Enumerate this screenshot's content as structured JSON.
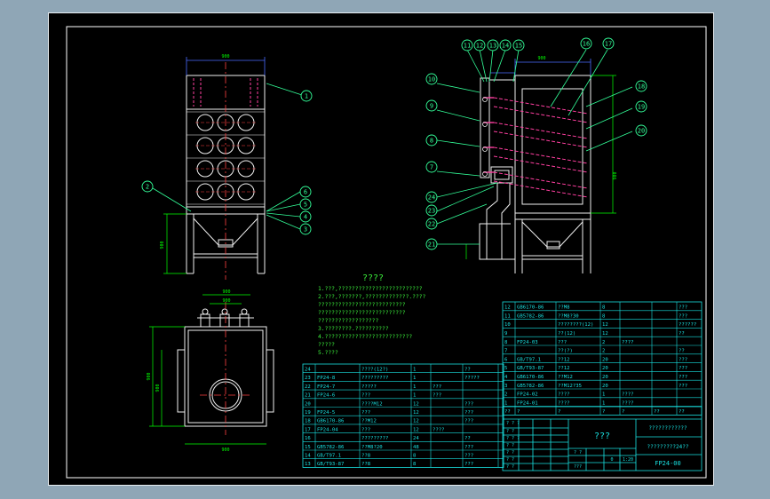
{
  "colors": {
    "background": "#8fa6b6",
    "sheet": "#000000",
    "border": "#ffffff",
    "table": "#19e0e0",
    "notes": "#3cf03c",
    "dims": "#00ff00",
    "outline": "#f0f0f0",
    "hidden": "#ff3fa0",
    "center": "#ff4040",
    "balloon": "#33ff99",
    "dim_blue": "#4a6cff"
  },
  "drawing": {
    "front_view": {
      "dims": {
        "top_width": "900",
        "height": "900",
        "bottom_width": "900"
      },
      "balloons": [
        "1",
        "2",
        "6",
        "5",
        "4",
        "3"
      ]
    },
    "side_view": {
      "dims": {
        "top_width": "900",
        "height": "900"
      },
      "balloons": [
        "11",
        "12",
        "13",
        "14",
        "15",
        "16",
        "17",
        "10",
        "9",
        "8",
        "7",
        "24",
        "23",
        "22",
        "21",
        "18",
        "19",
        "20"
      ]
    },
    "top_view": {
      "dims": {
        "width1": "900",
        "width2": "900",
        "height1": "900",
        "height2": "900",
        "bottom": "900"
      }
    }
  },
  "notes": {
    "title": "????",
    "lines": [
      "1.???,?????????????????????????",
      "2.???,???????,?????????????.????",
      "  ??????????????????????????",
      "  ??????????????????????????",
      "  ??????????????????",
      "3.????????.??????????",
      "4.??????????????????????????",
      "  ?????",
      "5.????"
    ]
  },
  "bom_left": {
    "rows": [
      [
        "24",
        "",
        "????(12?)",
        "1",
        "",
        "??",
        ""
      ],
      [
        "23",
        "FP24-8",
        "?????????",
        "1",
        "",
        "?????",
        ""
      ],
      [
        "22",
        "FP24-7",
        "?????",
        "1",
        "???",
        "",
        ""
      ],
      [
        "21",
        "FP24-6",
        "???",
        "1",
        "???",
        "",
        ""
      ],
      [
        "20",
        "",
        "????M12",
        "12",
        "",
        "???",
        ""
      ],
      [
        "19",
        "FP24-5",
        "???",
        "12",
        "",
        "???",
        ""
      ],
      [
        "18",
        "GB6170-86",
        "??M12",
        "12",
        "",
        "???",
        ""
      ],
      [
        "17",
        "FP24-04",
        "???",
        "12",
        "????",
        "",
        ""
      ],
      [
        "16",
        "",
        "?????????",
        "24",
        "",
        "??",
        ""
      ],
      [
        "15",
        "GB5782-86",
        "??M8?20",
        "48",
        "",
        "???",
        ""
      ],
      [
        "14",
        "GB/T97.1",
        "??8",
        "8",
        "",
        "???",
        ""
      ],
      [
        "13",
        "GB/T93-87",
        "??8",
        "8",
        "",
        "???",
        ""
      ]
    ]
  },
  "bom_right": {
    "rows": [
      [
        "12",
        "GB6170-86",
        "??M8",
        "8",
        "",
        "",
        "???"
      ],
      [
        "11",
        "GB5782-86",
        "??M8?30",
        "8",
        "",
        "",
        "???"
      ],
      [
        "10",
        "",
        "????????(12)",
        "12",
        "",
        "",
        "??????"
      ],
      [
        "9",
        "",
        "??(12)",
        "12",
        "",
        "",
        "??"
      ],
      [
        "8",
        "FP24-03",
        "???",
        "2",
        "????",
        "",
        ""
      ],
      [
        "7",
        "",
        "??(?)",
        "2",
        "",
        "",
        "??"
      ],
      [
        "6",
        "GB/T97.1",
        "??12",
        "20",
        "",
        "",
        "???"
      ],
      [
        "5",
        "GB/T93-87",
        "??12",
        "20",
        "",
        "",
        "???"
      ],
      [
        "4",
        "GB6170-86",
        "??M12",
        "20",
        "",
        "",
        "???"
      ],
      [
        "3",
        "GB5782-86",
        "??M12?35",
        "20",
        "",
        "",
        "???"
      ],
      [
        "2",
        "FP24-02",
        "????",
        "1",
        "????",
        "",
        ""
      ],
      [
        "1",
        "FP24-01",
        "????",
        "1",
        "????",
        "",
        ""
      ]
    ],
    "header": [
      "??",
      "?",
      "?",
      "?",
      "?",
      "??",
      "??",
      "?",
      "?",
      "??"
    ]
  },
  "title_block": {
    "name": "???",
    "company": "????????????",
    "subtitle": "?????????24??",
    "drawing_no": "FP24-00",
    "scale": "1:20",
    "sheet": "0",
    "misc": [
      "? ? ?",
      "? ?",
      "? ? ?",
      "? ?",
      "? ?",
      "? ?",
      "? ?",
      "? ?",
      "???"
    ]
  }
}
